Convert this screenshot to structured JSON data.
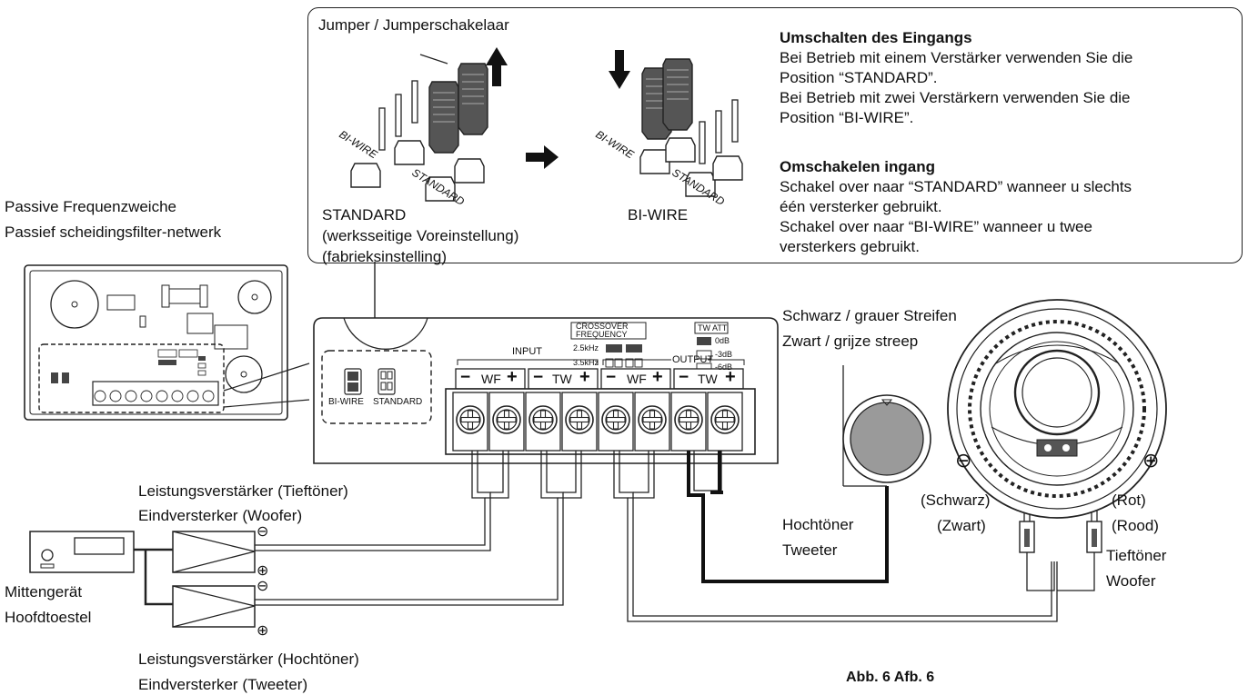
{
  "callout": {
    "jumper_title": "Jumper / Jumperschakelaar",
    "bi_wire_slanted": "BI-WIRE",
    "standard_slanted": "STANDARD",
    "standard_caption": "STANDARD",
    "standard_caption_de": "(werksseitige Voreinstellung)",
    "standard_caption_nl": "(fabrieksinstelling)",
    "biwire_caption": "BI-WIRE",
    "de_heading": "Umschalten des Eingangs",
    "de_lines": [
      "Bei Betrieb mit einem Verstärker verwenden Sie die",
      "Position “STANDARD”.",
      "Bei Betrieb mit zwei Verstärkern verwenden Sie die",
      "Position “BI-WIRE”."
    ],
    "nl_heading": "Omschakelen ingang",
    "nl_lines": [
      "Schakel over naar “STANDARD” wanneer u slechts",
      "één versterker gebruikt.",
      "Schakel over naar “BI-WIRE” wanneer u twee",
      "versterkers gebruikt."
    ]
  },
  "crossover": {
    "label_de": "Passive Frequenzweiche",
    "label_nl": "Passief scheidingsfilter-netwerk",
    "crossover_frequency_line1": "CROSSOVER",
    "crossover_frequency_line2": "FREQUENCY",
    "freq_25": "2.5kHz",
    "freq_35": "3.5kHz",
    "tw_att": "TW ATT",
    "att_0": "0dB",
    "att_3": "-3dB",
    "att_6": "-6dB",
    "input": "INPUT",
    "output": "OUTPUT",
    "bi_wire": "BI-WIRE",
    "standard": "STANDARD",
    "terminal_groups": [
      "WF",
      "TW",
      "WF",
      "TW"
    ],
    "minus": "−",
    "plus": "+"
  },
  "tweeter": {
    "stripe_de": "Schwarz / grauer Streifen",
    "stripe_nl": "Zwart / grijze streep",
    "label_de": "Hochtöner",
    "label_nl": "Tweeter"
  },
  "woofer": {
    "black_de": "(Schwarz)",
    "black_nl": "(Zwart)",
    "red_de": "(Rot)",
    "red_nl": "(Rood)",
    "label_de": "Tieftöner",
    "label_nl": "Woofer",
    "minus_symbol": "⊖",
    "plus_symbol": "⊕"
  },
  "amplifiers": {
    "woofer_amp_de": "Leistungsverstärker (Tieftöner)",
    "woofer_amp_nl": "Eindversterker (Woofer)",
    "tweeter_amp_de": "Leistungsverstärker (Hochtöner)",
    "tweeter_amp_nl": "Eindversterker (Tweeter)",
    "minus_symbol": "⊖",
    "plus_symbol": "⊕"
  },
  "head_unit": {
    "label_de": "Mittengerät",
    "label_nl": "Hoofdtoestel"
  },
  "figure": {
    "caption": "Abb. 6   Afb. 6"
  }
}
